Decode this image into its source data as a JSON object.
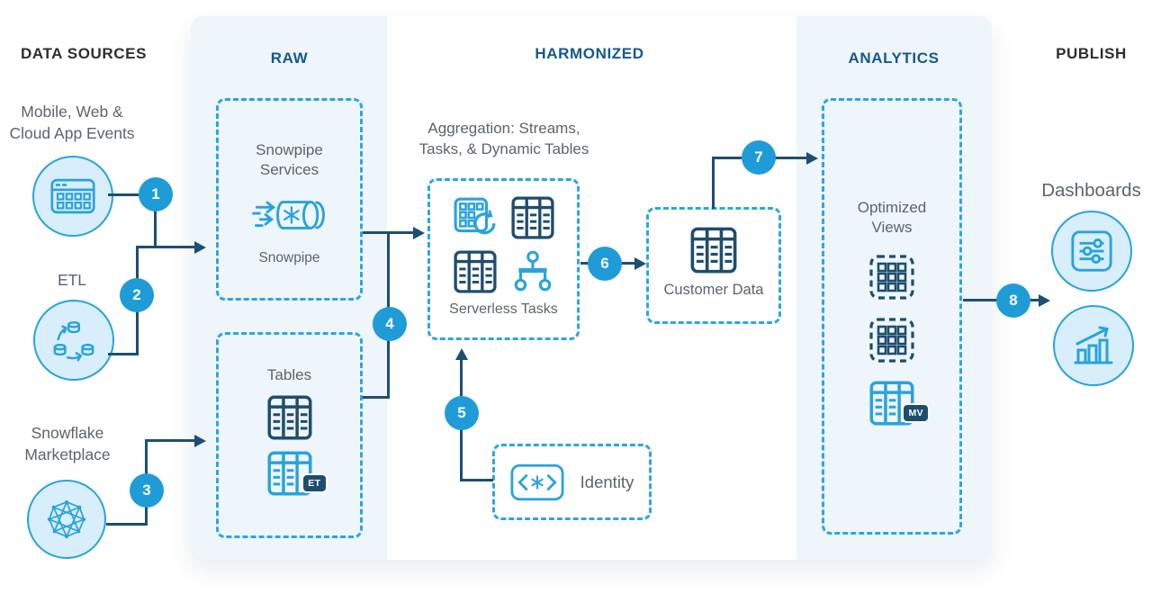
{
  "colors": {
    "accent_blue": "#1f9cd7",
    "dash_blue": "#2ba7e0",
    "icon_blue": "#29a3dc",
    "line_navy": "#1d4f72",
    "icon_navy": "#1e4d6e",
    "header_navy": "#15598a",
    "header_dark": "#2e2e2e",
    "label_gray": "#5d646b",
    "panel_tint": "#eef5fb",
    "circle_fill": "#d9eefb"
  },
  "columns": {
    "data_sources": {
      "title": "DATA SOURCES",
      "sources": [
        {
          "label": "Mobile, Web &\nCloud App Events",
          "icon": "web-app-grid-icon"
        },
        {
          "label": "ETL",
          "icon": "etl-cycle-icon"
        },
        {
          "label": "Snowflake\nMarketplace",
          "icon": "marketplace-mesh-icon"
        }
      ]
    },
    "raw": {
      "title": "RAW",
      "snowpipe_box": {
        "title": "Snowpipe\nServices",
        "caption": "Snowpipe",
        "icon": "snowpipe-icon"
      },
      "tables_box": {
        "title": "Tables",
        "icons": [
          "table-icon",
          "external-table-icon"
        ],
        "external_table_badge": "ET"
      }
    },
    "harmonized": {
      "title": "HARMONIZED",
      "aggregation_label": "Aggregation: Streams,\nTasks, & Dynamic Tables",
      "serverless_box": {
        "caption": "Serverless Tasks",
        "icons": [
          "dynamic-table-icon",
          "table-icon",
          "table-icon",
          "task-tree-icon"
        ]
      },
      "customer_box": {
        "caption": "Customer Data",
        "icon": "table-icon"
      },
      "identity_box": {
        "label": "Identity",
        "icon": "identity-code-icon"
      }
    },
    "analytics": {
      "title": "ANALYTICS",
      "views_box": {
        "title": "Optimized\nViews",
        "icons": [
          "view-icon",
          "view-icon",
          "materialized-view-icon"
        ],
        "materialized_view_badge": "MV"
      }
    },
    "publish": {
      "title": "PUBLISH",
      "dashboards_label": "Dashboards",
      "dashboards": [
        {
          "icon": "sliders-icon"
        },
        {
          "icon": "bar-chart-icon"
        }
      ]
    }
  },
  "steps": [
    "1",
    "2",
    "3",
    "4",
    "5",
    "6",
    "7",
    "8"
  ]
}
